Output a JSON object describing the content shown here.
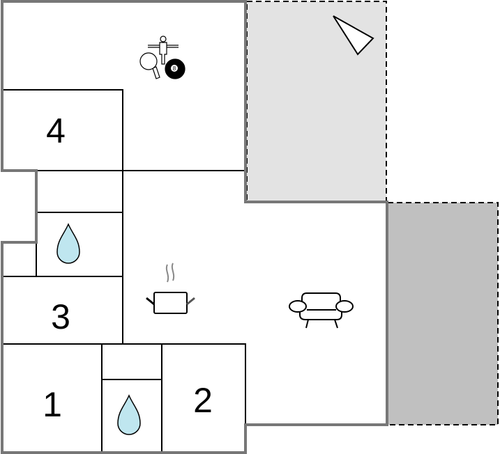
{
  "rooms": [
    {
      "id": "bedroom-4",
      "label": "4"
    },
    {
      "id": "bedroom-3",
      "label": "3"
    },
    {
      "id": "bedroom-1",
      "label": "1"
    },
    {
      "id": "bedroom-2",
      "label": "2"
    }
  ],
  "icons": [
    "table-tennis-foosball-billiards-icon",
    "north-arrow-icon",
    "water-drop-icon",
    "cooking-pot-icon",
    "sofa-icon"
  ],
  "billiard_ball_number": "8",
  "colors": {
    "wall": "#777777",
    "terrace_light": "#e3e3e3",
    "terrace_dark": "#c0c0c0",
    "water": "#bfe6ef"
  }
}
